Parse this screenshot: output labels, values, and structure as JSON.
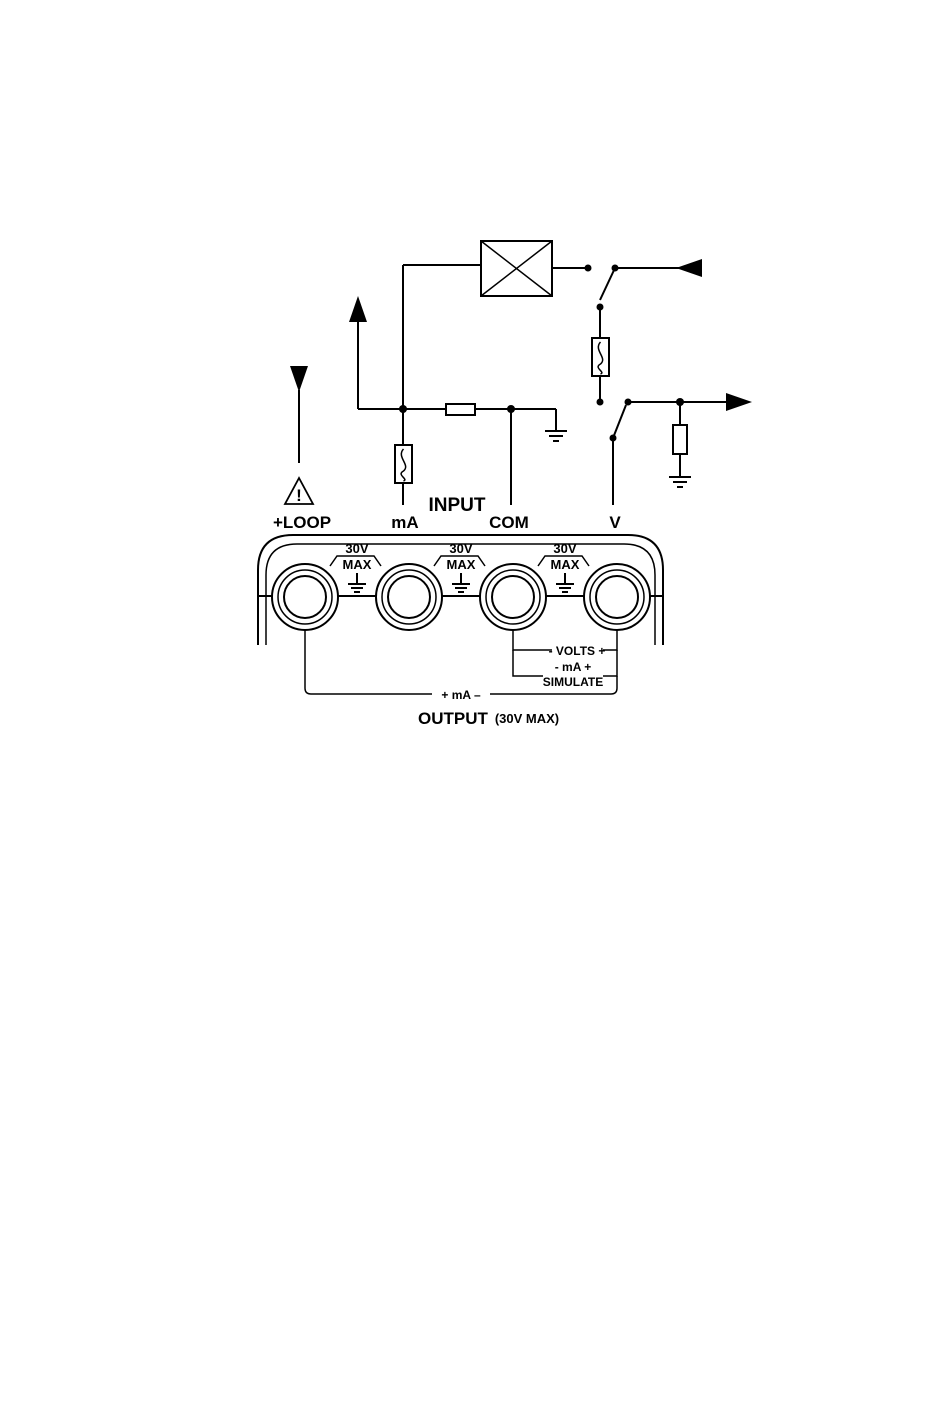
{
  "terminals": {
    "loop": "+LOOP",
    "ma": "mA",
    "com": "COM",
    "v": "V"
  },
  "input_label": "INPUT",
  "rating": {
    "line1": "30V",
    "line2": "MAX"
  },
  "volts_label": "- VOLTS +",
  "ma_simulate_line1": "- mA +",
  "ma_simulate_line2": "SIMULATE",
  "ma_output_label": "+ mA –",
  "output_label": "OUTPUT",
  "output_rating": "(30V MAX)",
  "warning_symbol": "!",
  "icons": [
    "warning-triangle-icon",
    "ground-icon",
    "fuse-icon",
    "resistor-icon",
    "arrow-icon",
    "isolation-box-icon",
    "switch-icon"
  ]
}
